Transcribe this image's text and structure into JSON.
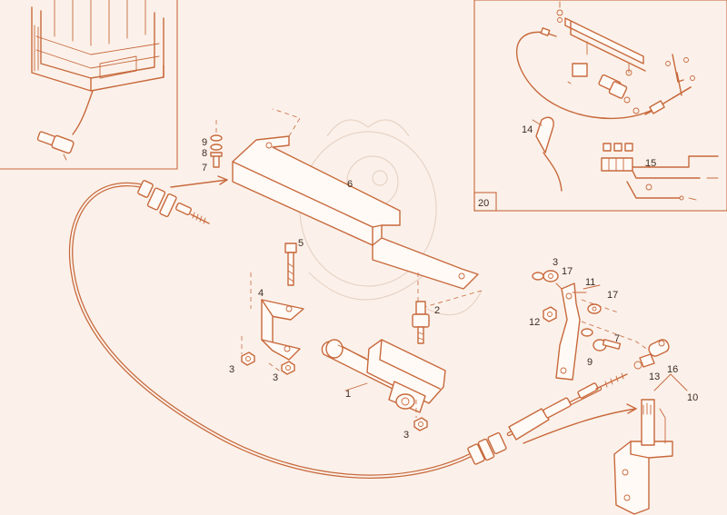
{
  "inset_box_label": "20",
  "callouts": [
    {
      "id": "c1",
      "text": "1"
    },
    {
      "id": "c2",
      "text": "2"
    },
    {
      "id": "c3a",
      "text": "3"
    },
    {
      "id": "c3b",
      "text": "3"
    },
    {
      "id": "c3c",
      "text": "3"
    },
    {
      "id": "c3d",
      "text": "3"
    },
    {
      "id": "c4",
      "text": "4"
    },
    {
      "id": "c5",
      "text": "5"
    },
    {
      "id": "c6",
      "text": "6"
    },
    {
      "id": "c7a",
      "text": "7"
    },
    {
      "id": "c7b",
      "text": "7"
    },
    {
      "id": "c8",
      "text": "8"
    },
    {
      "id": "c9a",
      "text": "9"
    },
    {
      "id": "c9b",
      "text": "9"
    },
    {
      "id": "c10",
      "text": "10"
    },
    {
      "id": "c11",
      "text": "11"
    },
    {
      "id": "c12",
      "text": "12"
    },
    {
      "id": "c13",
      "text": "13"
    },
    {
      "id": "c14",
      "text": "14"
    },
    {
      "id": "c15",
      "text": "15"
    },
    {
      "id": "c16",
      "text": "16"
    },
    {
      "id": "c17a",
      "text": "17"
    },
    {
      "id": "c17b",
      "text": "17"
    }
  ],
  "colors": {
    "line": "#c8693c",
    "text": "#3f2a20",
    "background": "#fbf1ea"
  }
}
